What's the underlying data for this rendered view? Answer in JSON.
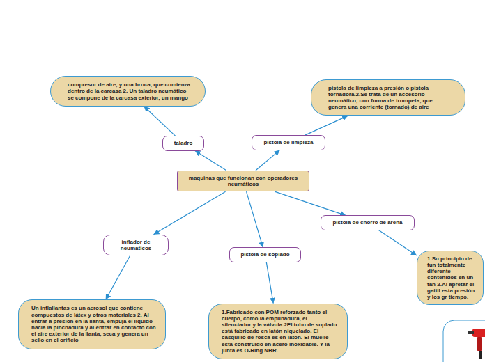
{
  "diagram": {
    "nodes": [
      {
        "text": [
          "maquinas que funcionan con operadores neumáticos"
        ]
      },
      {
        "text": [
          "taladro"
        ]
      },
      {
        "text": [
          "compresor de aire, y una broca, que comienza dentro de la carcasa 2. Un taladro neumático se compone de la carcasa exterior, un mango"
        ]
      },
      {
        "text": [
          "pistola de limpieza"
        ]
      },
      {
        "text": [
          "pistola de limpieza a presión o pistola tornadora.2.Se trata de un accesorio neumático, con forma de trompeta, que genera una corriente (tornado) de aire"
        ]
      },
      {
        "text": [
          "inflador de neumaticos"
        ]
      },
      {
        "text": [
          "Un inflallantas es un aerosol que contiene compuestos de látex y otros materiales 2. Al entrar a presión en la llanta, empuja el líquido hacia la pinchadura y al entrar en contacto con el aire exterior de la llanta, seca y genera un sello en el orificio"
        ]
      },
      {
        "text": [
          "pistola de soplado"
        ]
      },
      {
        "text": [
          "1.Fabricado con POM reforzado tanto el cuerpo, como la empuñadura, el silenciador y la válvula.2El tubo de soplado está fabricado en latón niquelado. El casquillo de rosca es en latón. El muelle está construido en acero inoxidable. Y la junta es O-Ring NBR."
        ]
      },
      {
        "text": [
          "pistola de chorro de arena"
        ]
      },
      {
        "text": [
          "1.Su principio de fun totalmente diferente contenidos en un tan 2.Al apretar el gatill esta presión y los gr tiempo."
        ]
      }
    ],
    "edges": [
      {
        "from": 0,
        "to": 1,
        "arrow": "to"
      },
      {
        "from": 1,
        "to": 2,
        "arrow": "to"
      },
      {
        "from": 0,
        "to": 3,
        "arrow": "to"
      },
      {
        "from": 3,
        "to": 4,
        "arrow": "to"
      },
      {
        "from": 0,
        "to": 5,
        "arrow": "to"
      },
      {
        "from": 5,
        "to": 6,
        "arrow": "to"
      },
      {
        "from": 0,
        "to": 7,
        "arrow": "to"
      },
      {
        "from": 7,
        "to": 8,
        "arrow": "to"
      },
      {
        "from": 0,
        "to": 9,
        "arrow": "to"
      },
      {
        "from": 9,
        "to": 10,
        "arrow": "to"
      }
    ]
  }
}
